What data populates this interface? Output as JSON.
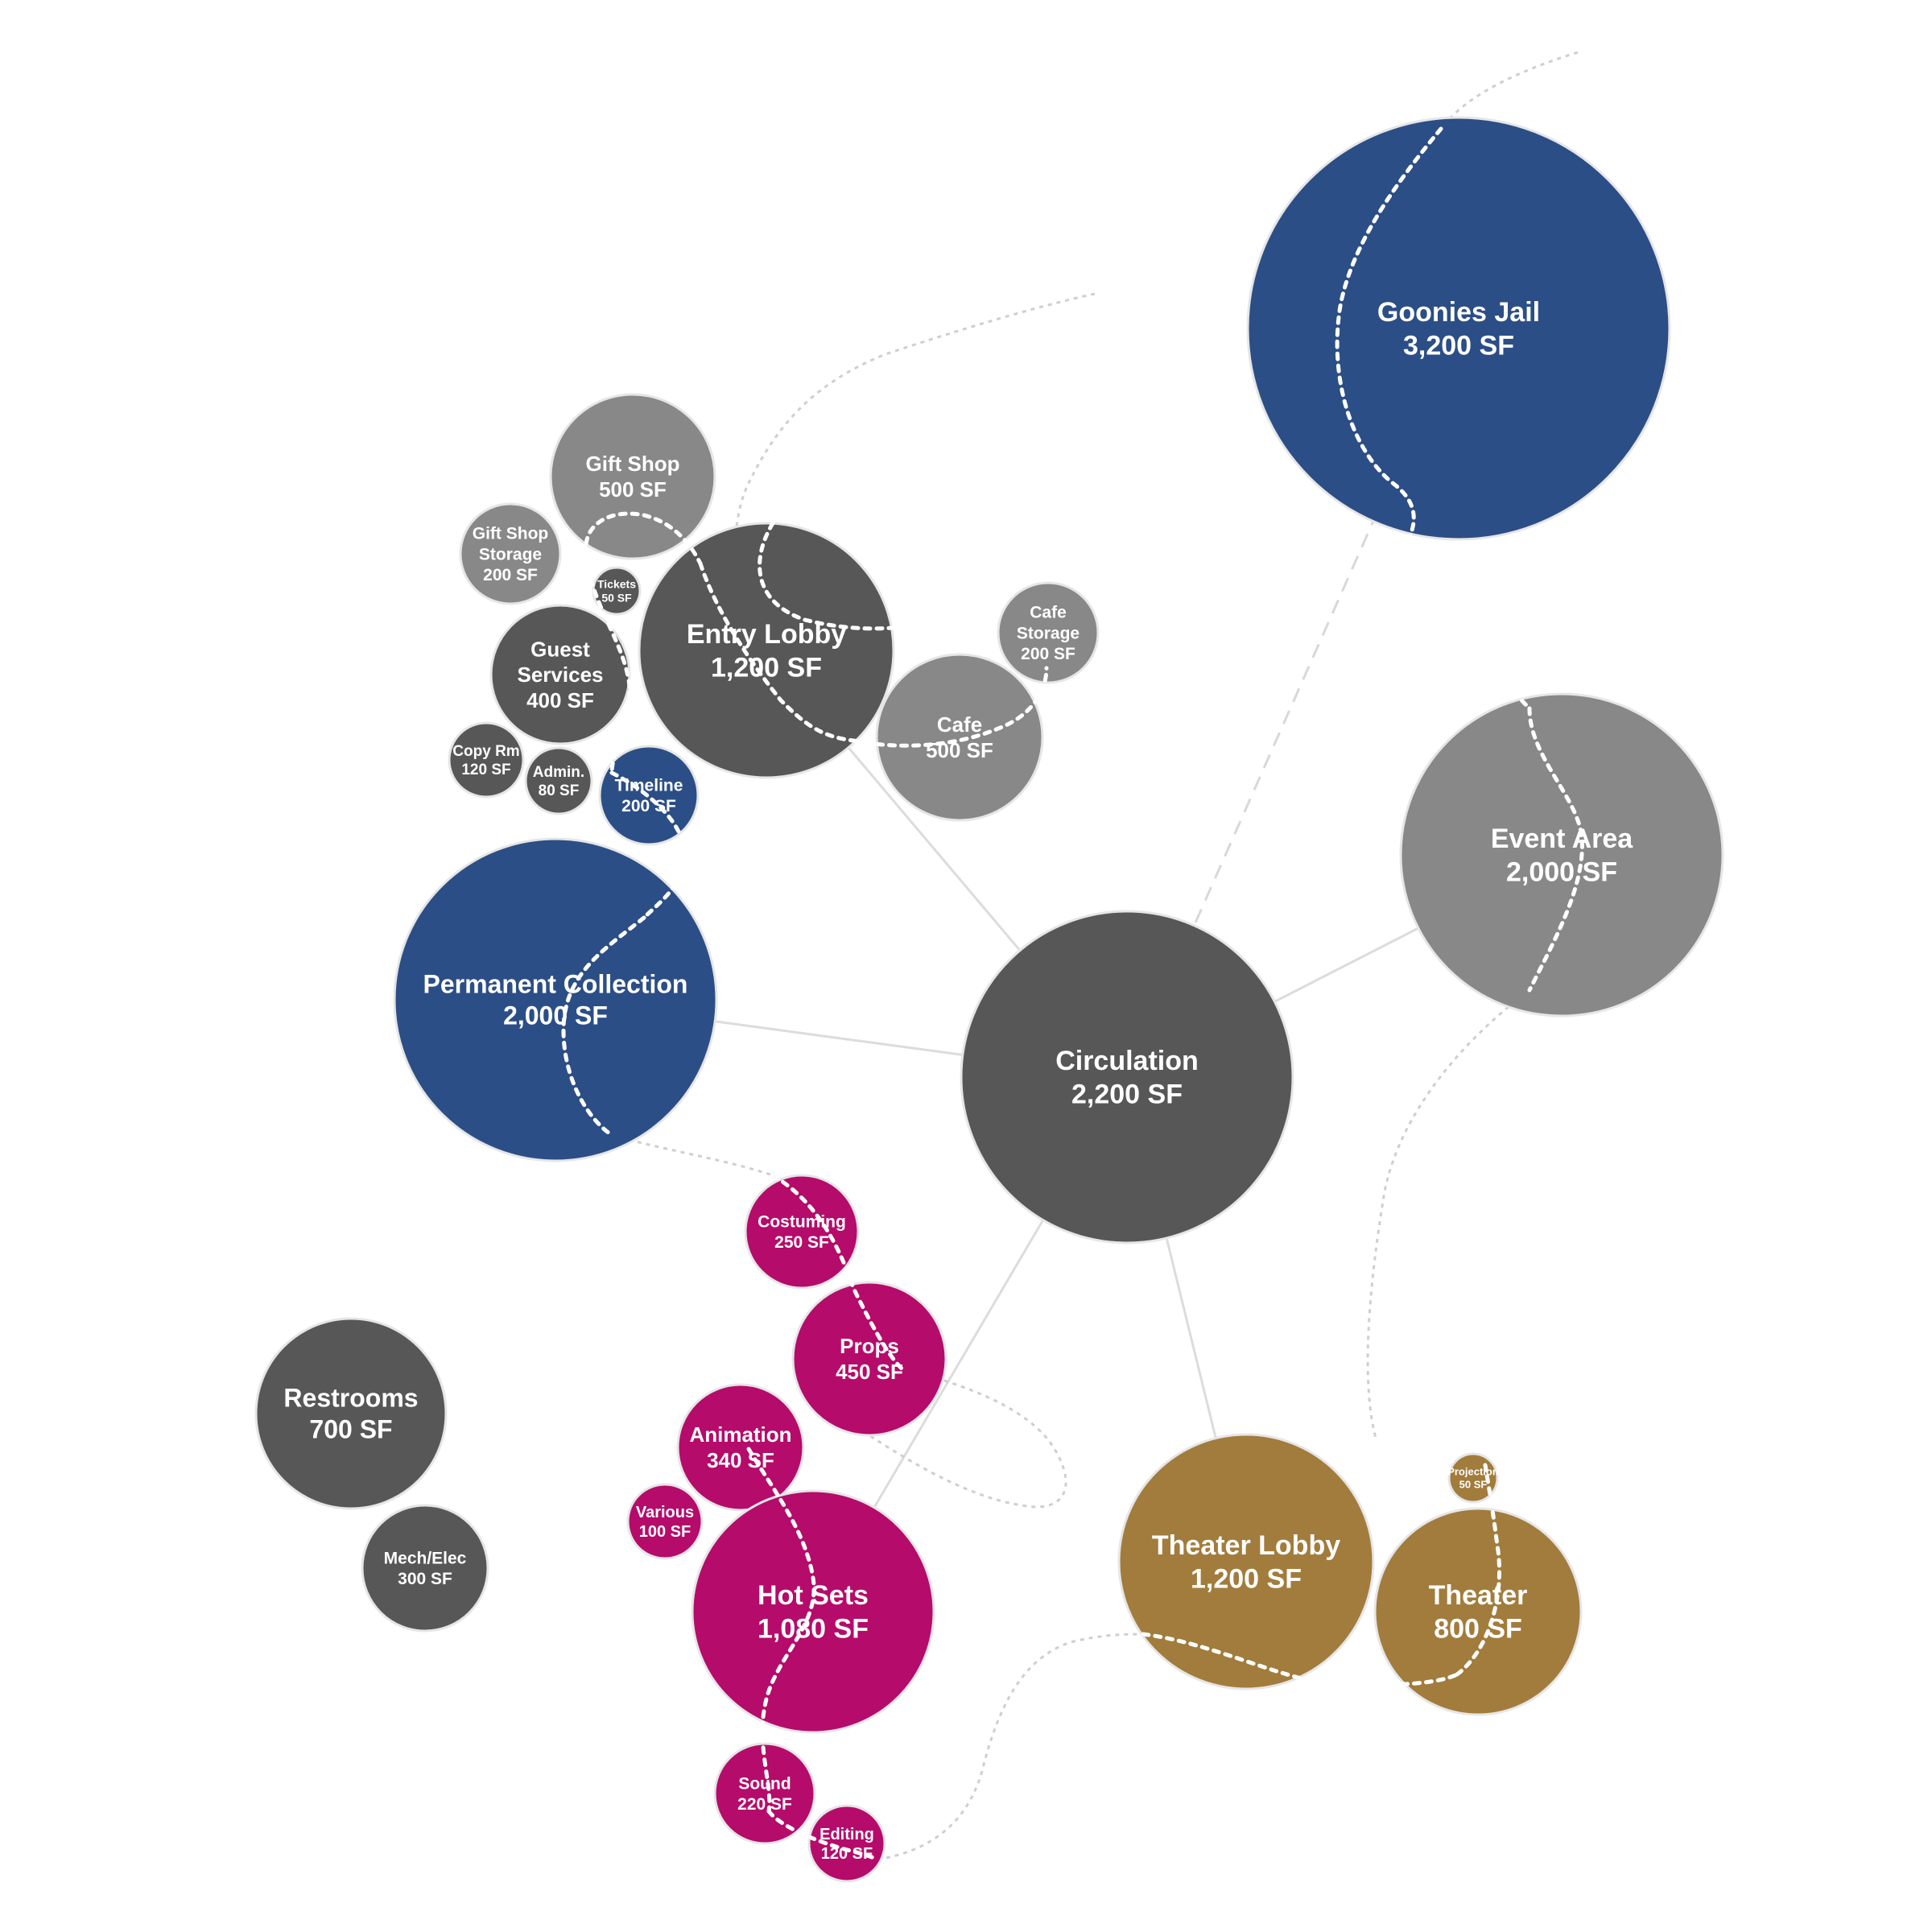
{
  "colors": {
    "dark_gray": "#575757",
    "light_gray": "#888889",
    "navy": "#2c4e86",
    "magenta": "#b50b6b",
    "gold": "#a27c3c"
  },
  "rooms": [
    {
      "id": "goonies-jail",
      "name_lines": [
        "Goonies Jail"
      ],
      "area": "3,200 SF",
      "color": "navy"
    },
    {
      "id": "event-area",
      "name_lines": [
        "Event Area"
      ],
      "area": "2,000 SF",
      "color": "light_gray"
    },
    {
      "id": "circulation",
      "name_lines": [
        "Circulation"
      ],
      "area": "2,200 SF",
      "color": "dark_gray"
    },
    {
      "id": "permanent-collection",
      "name_lines": [
        "Permanent Collection"
      ],
      "area": "2,000 SF",
      "color": "navy"
    },
    {
      "id": "entry-lobby",
      "name_lines": [
        "Entry Lobby"
      ],
      "area": "1,200 SF",
      "color": "dark_gray"
    },
    {
      "id": "gift-shop",
      "name_lines": [
        "Gift Shop"
      ],
      "area": "500 SF",
      "color": "light_gray"
    },
    {
      "id": "gift-shop-storage",
      "name_lines": [
        "Gift Shop",
        "Storage"
      ],
      "area": "200 SF",
      "color": "light_gray"
    },
    {
      "id": "tickets",
      "name_lines": [
        "Tickets"
      ],
      "area": "50 SF",
      "color": "dark_gray"
    },
    {
      "id": "guest-services",
      "name_lines": [
        "Guest",
        "Services"
      ],
      "area": "400 SF",
      "color": "dark_gray"
    },
    {
      "id": "copy-rm",
      "name_lines": [
        "Copy Rm"
      ],
      "area": "120 SF",
      "color": "dark_gray"
    },
    {
      "id": "admin",
      "name_lines": [
        "Admin."
      ],
      "area": "80 SF",
      "color": "dark_gray"
    },
    {
      "id": "timeline",
      "name_lines": [
        "Timeline"
      ],
      "area": "200 SF",
      "color": "navy"
    },
    {
      "id": "cafe",
      "name_lines": [
        "Cafe"
      ],
      "area": "500 SF",
      "color": "light_gray"
    },
    {
      "id": "cafe-storage",
      "name_lines": [
        "Cafe",
        "Storage"
      ],
      "area": "200 SF",
      "color": "light_gray"
    },
    {
      "id": "costuming",
      "name_lines": [
        "Costuming"
      ],
      "area": "250 SF",
      "color": "magenta"
    },
    {
      "id": "props",
      "name_lines": [
        "Props"
      ],
      "area": "450 SF",
      "color": "magenta"
    },
    {
      "id": "animation",
      "name_lines": [
        "Animation"
      ],
      "area": "340 SF",
      "color": "magenta"
    },
    {
      "id": "various",
      "name_lines": [
        "Various"
      ],
      "area": "100 SF",
      "color": "magenta"
    },
    {
      "id": "hot-sets",
      "name_lines": [
        "Hot Sets"
      ],
      "area": "1,080 SF",
      "color": "magenta"
    },
    {
      "id": "sound",
      "name_lines": [
        "Sound"
      ],
      "area": "220 SF",
      "color": "magenta"
    },
    {
      "id": "editing",
      "name_lines": [
        "Editing"
      ],
      "area": "120 SF",
      "color": "magenta"
    },
    {
      "id": "restrooms",
      "name_lines": [
        "Restrooms"
      ],
      "area": "700 SF",
      "color": "dark_gray"
    },
    {
      "id": "mech-elec",
      "name_lines": [
        "Mech/Elec"
      ],
      "area": "300 SF",
      "color": "dark_gray"
    },
    {
      "id": "theater-lobby",
      "name_lines": [
        "Theater Lobby"
      ],
      "area": "1,200 SF",
      "color": "gold"
    },
    {
      "id": "theater",
      "name_lines": [
        "Theater"
      ],
      "area": "800 SF",
      "color": "gold"
    },
    {
      "id": "projection",
      "name_lines": [
        "Projection"
      ],
      "area": "50 SF",
      "color": "gold"
    }
  ],
  "links": [
    {
      "from": "circulation",
      "to": "goonies-jail",
      "style": "dashed"
    },
    {
      "from": "circulation",
      "to": "event-area",
      "style": "solid"
    },
    {
      "from": "circulation",
      "to": "permanent-collection",
      "style": "solid"
    },
    {
      "from": "circulation",
      "to": "entry-lobby",
      "style": "solid"
    },
    {
      "from": "circulation",
      "to": "hot-sets",
      "style": "solid"
    },
    {
      "from": "circulation",
      "to": "theater-lobby",
      "style": "solid"
    }
  ]
}
